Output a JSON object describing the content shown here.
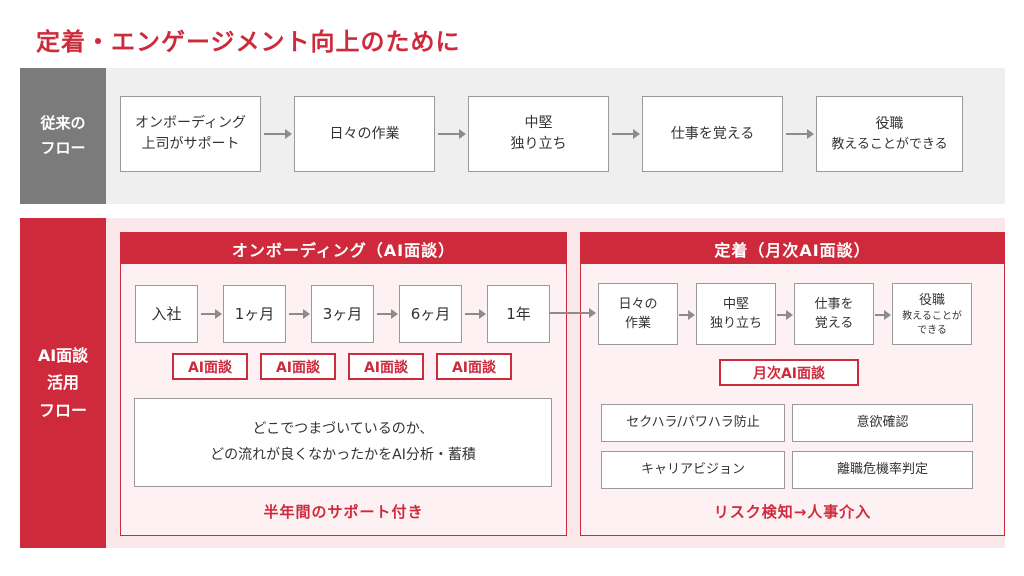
{
  "title": "定着・エンゲージメント向上のために",
  "colors": {
    "accent_red": "#cf2a3c",
    "label_gray": "#7b7b7b",
    "track_gray": "#efefef",
    "track_pink": "#fae7ea",
    "panel_pink": "#fdf1f3"
  },
  "traditional": {
    "label_line1": "従来の",
    "label_line2": "フロー",
    "steps": [
      {
        "line1": "オンボーディング",
        "line2": "上司がサポート"
      },
      {
        "line1": "日々の作業"
      },
      {
        "line1": "中堅",
        "line2": "独り立ち"
      },
      {
        "line1": "仕事を覚える"
      },
      {
        "line1": "役職",
        "line2": "教えることができる"
      }
    ]
  },
  "ai": {
    "label_line1": "AI面談",
    "label_line2": "活用",
    "label_line3": "フロー",
    "onboarding": {
      "title": "オンボーディング（AI面談）",
      "milestones": [
        "入社",
        "1ヶ月",
        "3ヶ月",
        "6ヶ月",
        "1年"
      ],
      "badges": [
        "AI面談",
        "AI面談",
        "AI面談",
        "AI面談"
      ],
      "analysis_line1": "どこでつまづいているのか、",
      "analysis_line2": "どの流れが良くなかったかをAI分析・蓄積",
      "footer": "半年間のサポート付き"
    },
    "retention": {
      "title": "定着（月次AI面談）",
      "steps": [
        {
          "line1": "日々の",
          "line2": "作業"
        },
        {
          "line1": "中堅",
          "line2": "独り立ち"
        },
        {
          "line1": "仕事を",
          "line2": "覚える"
        },
        {
          "line1": "役職",
          "line2": "教えることが",
          "line3": "できる"
        }
      ],
      "badge": "月次AI面談",
      "checks": [
        "セクハラ/パワハラ防止",
        "意欲確認",
        "キャリアビジョン",
        "離職危機率判定"
      ],
      "footer": "リスク検知→人事介入"
    }
  }
}
